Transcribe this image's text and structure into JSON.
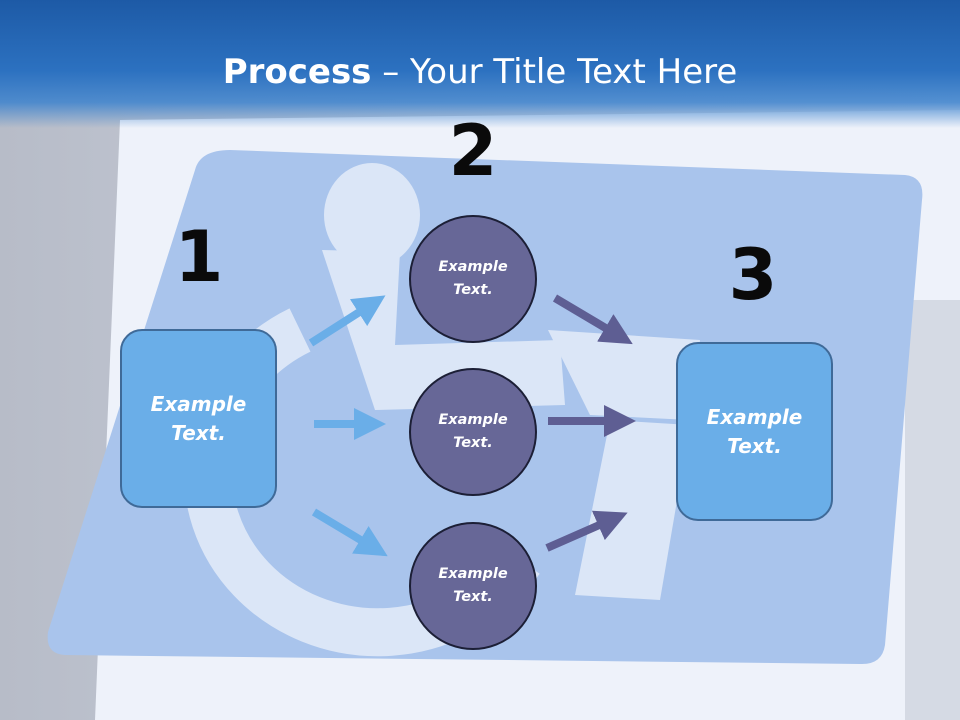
{
  "slide": {
    "title_bold": "Process",
    "title_rest": " – Your Title Text Here"
  },
  "steps": {
    "one": {
      "number": "1",
      "text": "Example\nText."
    },
    "two": {
      "number": "2",
      "circles": [
        {
          "text": "Example\nText."
        },
        {
          "text": "Example\nText."
        },
        {
          "text": "Example\nText."
        }
      ]
    },
    "three": {
      "number": "3",
      "text": "Example\nText."
    }
  },
  "background": {
    "icon": "wheelchair-accessibility-icon"
  },
  "colors": {
    "header": "#2c71c0",
    "box_fill": "#6aaee8",
    "circle_fill": "#676797",
    "arrow_light": "#6aaee8",
    "arrow_dark": "#5e5e93"
  }
}
